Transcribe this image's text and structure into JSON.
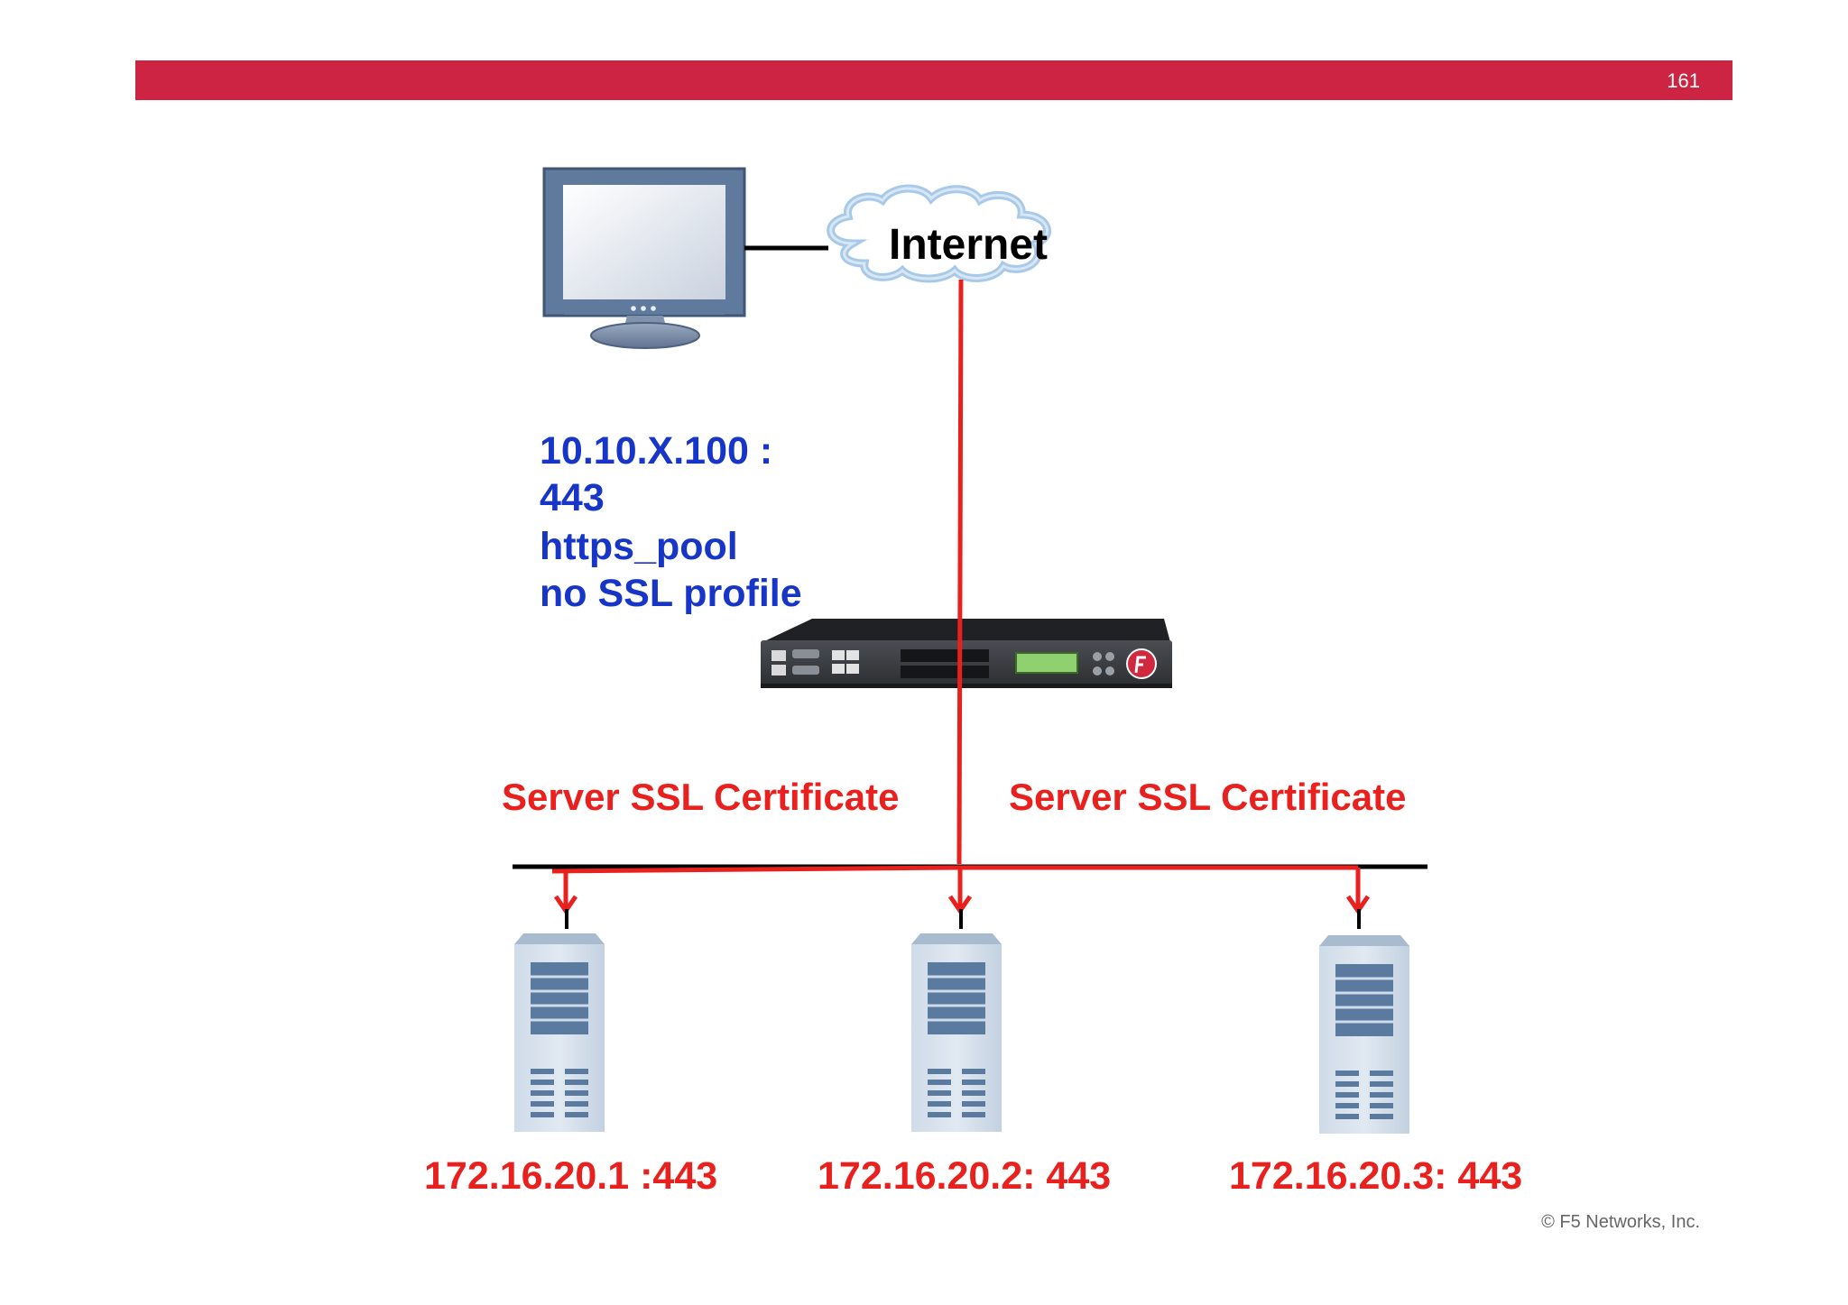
{
  "header": {
    "page_number": "161",
    "bar_color": "#cc2442"
  },
  "cloud": {
    "label": "Internet"
  },
  "virtual_server": {
    "lines": [
      "10.10.X.100 :",
      "443",
      "https_pool",
      "no SSL profile"
    ],
    "color": "#1736c8"
  },
  "certificates": {
    "left_label": "Server SSL Certificate",
    "right_label": "Server SSL Certificate",
    "color": "#e8211f"
  },
  "servers": [
    {
      "label": "172.16.20.1 :443"
    },
    {
      "label": "172.16.20.2: 443"
    },
    {
      "label": "172.16.20.3: 443"
    }
  ],
  "footer": {
    "copyright": "© F5 Networks, Inc."
  },
  "icons": [
    "monitor-icon",
    "cloud-icon",
    "load-balancer-icon",
    "f5-logo-icon",
    "server-icon"
  ],
  "colors": {
    "traffic_path": "#e8211f",
    "network_line": "#000000"
  }
}
